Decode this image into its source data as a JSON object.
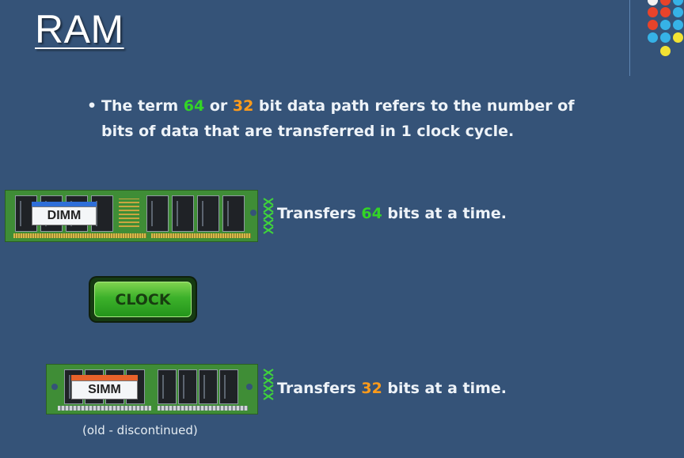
{
  "slide": {
    "title": "RAM",
    "bullet": {
      "part1": "The term ",
      "hl1": "64",
      "part2": " or ",
      "hl2": "32",
      "part3": " bit data path refers to the number of",
      "line2": "bits of data that are transferred in 1 clock cycle."
    },
    "dimm": {
      "label": "DIMM",
      "transfer_prefix": "Transfers ",
      "transfer_value": "64",
      "transfer_suffix": " bits at a time."
    },
    "clock": {
      "label": "CLOCK"
    },
    "simm": {
      "label": "SIMM",
      "transfer_prefix": "Transfers ",
      "transfer_value": "32",
      "transfer_suffix": " bits at a time.",
      "note": "(old - discontinued)"
    }
  },
  "colors": {
    "background": "#355378",
    "highlight_64": "#33d426",
    "highlight_32": "#ff9b1a",
    "dimm_label_bar": "#2f6fd8",
    "simm_label_bar": "#e8622a",
    "clock_button": "#3cb12a"
  }
}
